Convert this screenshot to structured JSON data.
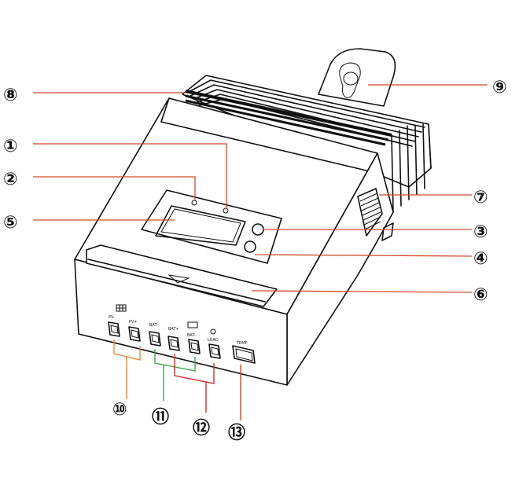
{
  "callouts": [
    {
      "id": "1",
      "label": "①",
      "color": "#d04a2a"
    },
    {
      "id": "2",
      "label": "②",
      "color": "#d04a2a"
    },
    {
      "id": "3",
      "label": "③",
      "color": "#d04a2a"
    },
    {
      "id": "4",
      "label": "④",
      "color": "#d04a2a"
    },
    {
      "id": "5",
      "label": "⑤",
      "color": "#d04a2a"
    },
    {
      "id": "6",
      "label": "⑥",
      "color": "#d04a2a"
    },
    {
      "id": "7",
      "label": "⑦",
      "color": "#d04a2a"
    },
    {
      "id": "8",
      "label": "⑧",
      "color": "#d04a2a"
    },
    {
      "id": "9",
      "label": "⑨",
      "color": "#d04a2a"
    },
    {
      "id": "10",
      "label": "⑩",
      "color": "#e08a3a"
    },
    {
      "id": "11",
      "label": "⑪",
      "color": "#3aa84a"
    },
    {
      "id": "12",
      "label": "⑫",
      "color": "#d03030"
    },
    {
      "id": "13",
      "label": "⑬",
      "color": "#d04a2a"
    }
  ],
  "ports": {
    "labels": [
      "PV-",
      "PV+",
      "BAT-",
      "BAT+",
      "BAT-",
      "LOAD",
      "TEMP"
    ]
  },
  "icons": {
    "solar": "solar-panel-icon",
    "battery": "battery-icon",
    "bulb": "lightbulb-icon",
    "arrow": "down-arrow-icon"
  }
}
